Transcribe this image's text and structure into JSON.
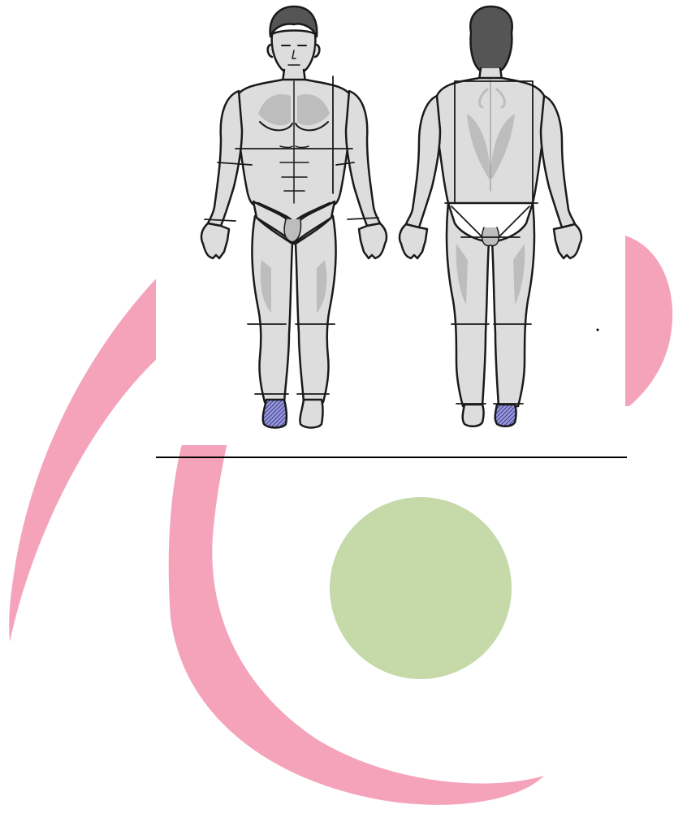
{
  "colors": {
    "background": "#ffffff",
    "decor_arc": "#f4a3bb",
    "decor_circle": "#c5d9a9",
    "figure_panel": "#ffffff",
    "skin": "#dddddd",
    "skin_shadow": "#bdbdbd",
    "outline": "#1a1a1a",
    "hair": "#555555",
    "hatch_highlight": "#6666bb",
    "divider": "#000000"
  },
  "figures": {
    "front": {
      "view": "anterior",
      "highlighted_regions": [
        "left-foot"
      ]
    },
    "back": {
      "view": "posterior",
      "highlighted_regions": [
        "right-heel"
      ]
    }
  },
  "icons": [
    "body-front-icon",
    "body-back-icon"
  ]
}
